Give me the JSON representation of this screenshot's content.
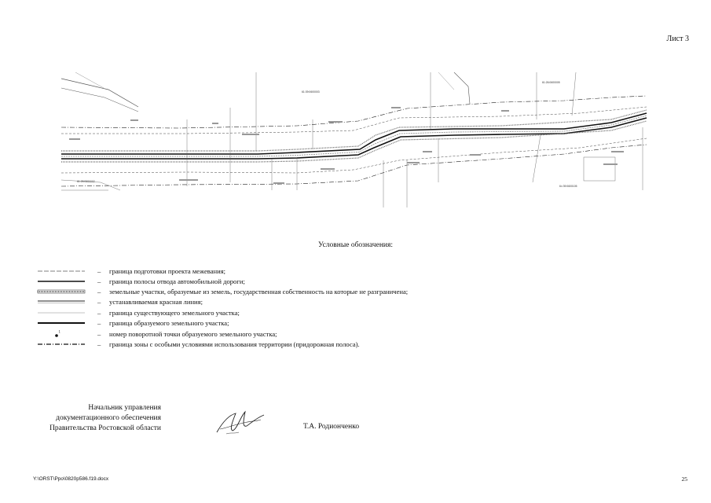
{
  "header": {
    "sheet_label": "Лист 3"
  },
  "plan": {
    "labels": {
      "district_1": "61:26:0600005",
      "district_2": "61:26:0600002",
      "district_3": "61:39:0600003",
      "district_4": "6ч 39:0600105"
    }
  },
  "legend": {
    "title": "Условные обозначения:",
    "items": [
      {
        "symbol": "boundary-project-line-icon",
        "text": "граница подготовки проекта межевания;"
      },
      {
        "symbol": "right-of-way-line-icon",
        "text": "граница полосы отвода автомобильной дороги;"
      },
      {
        "symbol": "hatched-land-plots-icon",
        "text": "земельные участки, образуемые из земель, государственная собственность на которые не разграничена;"
      },
      {
        "symbol": "red-line-icon",
        "text": "устанавливаемая красная линия;"
      },
      {
        "symbol": "existing-plot-line-icon",
        "text": "граница существующего земельного участка;"
      },
      {
        "symbol": "new-plot-line-icon",
        "text": "граница образуемого земельного участка;"
      },
      {
        "symbol": "turning-point-icon",
        "text": "номер поворотной точки образуемого земельного участка;"
      },
      {
        "symbol": "roadside-zone-line-icon",
        "text": "граница зоны с особыми условиями использования территории (придорожная полоса)."
      }
    ]
  },
  "signature_block": {
    "line1": "Начальник управления",
    "line2": "документационного обеспечения",
    "line3": "Правительства Ростовской области",
    "signer": "Т.А. Родионченко"
  },
  "footer": {
    "file_path": "Y:\\ORST\\Ppo\\0820p586.f19.docx",
    "page_number": "25"
  }
}
